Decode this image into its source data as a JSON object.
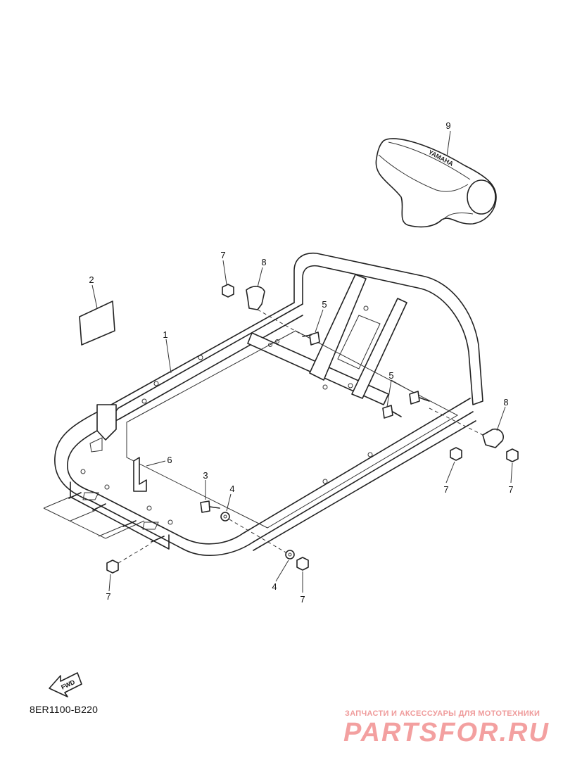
{
  "diagram": {
    "part_code": "8ER1100-B220",
    "fwd_label": "FWD",
    "emblem_text": "YAMAHA",
    "callouts": [
      "1",
      "2",
      "3",
      "4",
      "4",
      "5",
      "5",
      "6",
      "7",
      "7",
      "7",
      "7",
      "7",
      "8",
      "8",
      "9"
    ]
  },
  "watermark": {
    "subtitle": "ЗАПЧАСТИ И АКСЕССУАРЫ ДЛЯ МОТОТЕХНИКИ",
    "brand": "PARTSFOR.RU"
  }
}
